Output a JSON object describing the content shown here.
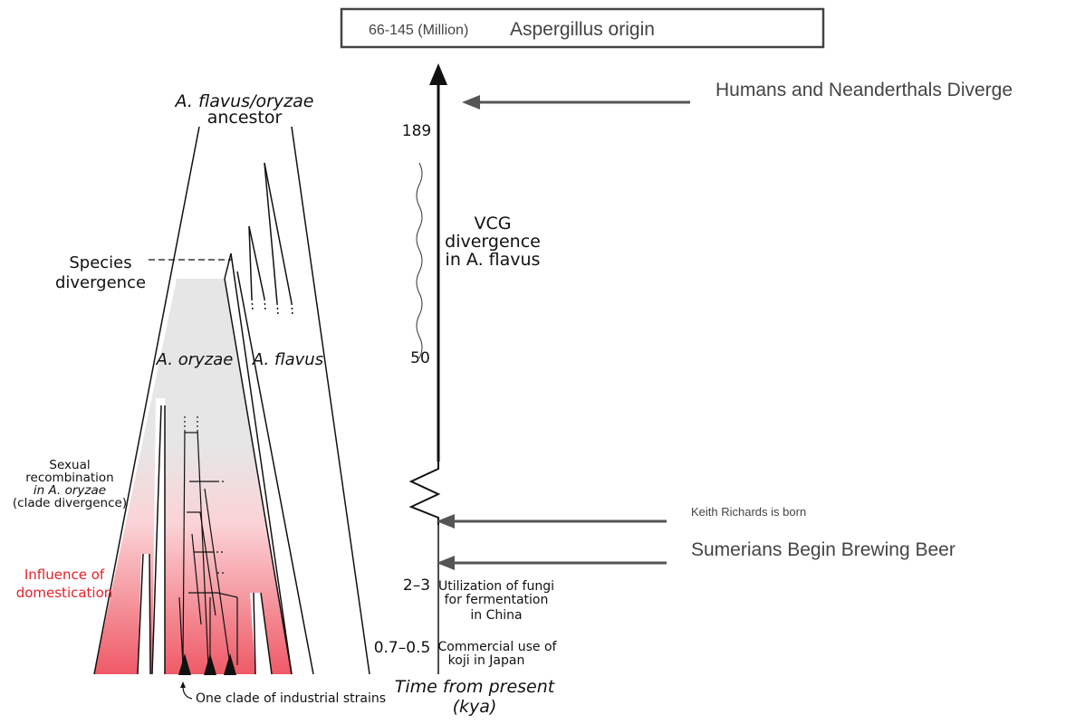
{
  "header": {
    "range": "66-145 (Million)",
    "title": "Aspergillus origin"
  },
  "ancestor": {
    "line1": "A. flavus/oryzae",
    "line2": "ancestor"
  },
  "species_divergence": {
    "line1": "Species",
    "line2": "divergence"
  },
  "clades": {
    "oryzae": "A. oryzae",
    "flavus": "A. flavus"
  },
  "recombination": {
    "line1": "Sexual",
    "line2": "recombination",
    "line3": "in A. oryzae",
    "line4": "(clade divergence)"
  },
  "domestication": {
    "line1": "Influence of",
    "line2": "domestication",
    "color": "#e8202a"
  },
  "industrial_label": "One clade of industrial strains",
  "timeline": {
    "ticks": {
      "t189": "189",
      "t50": "50",
      "t23": "2–3",
      "t0705": "0.7–0.5"
    },
    "vcg": {
      "line1": "VCG",
      "line2": "divergence",
      "line3": "in A. flavus"
    },
    "fungi": {
      "line1": "Utilization of fungi",
      "line2": "for fermentation",
      "line3": "in China"
    },
    "koji": {
      "line1": "Commercial use of",
      "line2": "koji in Japan"
    },
    "axis_title": {
      "line1": "Time from present",
      "line2": "(kya)"
    }
  },
  "annotations": {
    "humans": "Humans and Neanderthals Diverge",
    "keith": "Keith Richards is born",
    "sumerians": "Sumerians Begin Brewing Beer"
  }
}
